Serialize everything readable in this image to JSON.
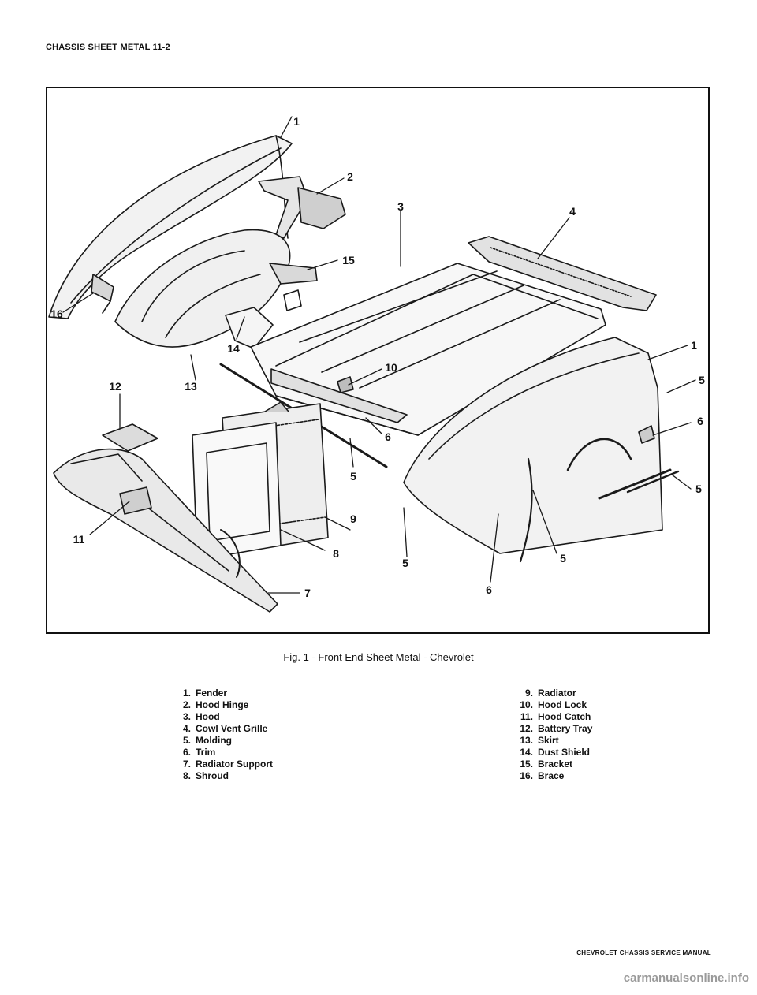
{
  "header": {
    "text": "CHASSIS SHEET METAL 11-2"
  },
  "figure": {
    "callouts": [
      {
        "label": "1"
      },
      {
        "label": "2"
      },
      {
        "label": "3"
      },
      {
        "label": "4"
      },
      {
        "label": "15"
      },
      {
        "label": "16"
      },
      {
        "label": "14"
      },
      {
        "label": "1"
      },
      {
        "label": "10"
      },
      {
        "label": "5"
      },
      {
        "label": "12"
      },
      {
        "label": "13"
      },
      {
        "label": "6"
      },
      {
        "label": "6"
      },
      {
        "label": "5"
      },
      {
        "label": "5"
      },
      {
        "label": "9"
      },
      {
        "label": "11"
      },
      {
        "label": "8"
      },
      {
        "label": "5"
      },
      {
        "label": "5"
      },
      {
        "label": "7"
      },
      {
        "label": "6"
      }
    ]
  },
  "caption": {
    "text": "Fig. 1 - Front End Sheet Metal - Chevrolet"
  },
  "legend": {
    "left": [
      {
        "num": "1.",
        "label": "Fender"
      },
      {
        "num": "2.",
        "label": "Hood Hinge"
      },
      {
        "num": "3.",
        "label": "Hood"
      },
      {
        "num": "4.",
        "label": "Cowl Vent Grille"
      },
      {
        "num": "5.",
        "label": "Molding"
      },
      {
        "num": "6.",
        "label": "Trim"
      },
      {
        "num": "7.",
        "label": "Radiator Support"
      },
      {
        "num": "8.",
        "label": "Shroud"
      }
    ],
    "right": [
      {
        "num": "9.",
        "label": "Radiator"
      },
      {
        "num": "10.",
        "label": "Hood Lock"
      },
      {
        "num": "11.",
        "label": "Hood Catch"
      },
      {
        "num": "12.",
        "label": "Battery Tray"
      },
      {
        "num": "13.",
        "label": "Skirt"
      },
      {
        "num": "14.",
        "label": "Dust Shield"
      },
      {
        "num": "15.",
        "label": "Bracket"
      },
      {
        "num": "16.",
        "label": "Brace"
      }
    ]
  },
  "footer": {
    "text": "CHEVROLET CHASSIS SERVICE MANUAL"
  },
  "watermark": {
    "text": "carmanualsonline.info"
  }
}
